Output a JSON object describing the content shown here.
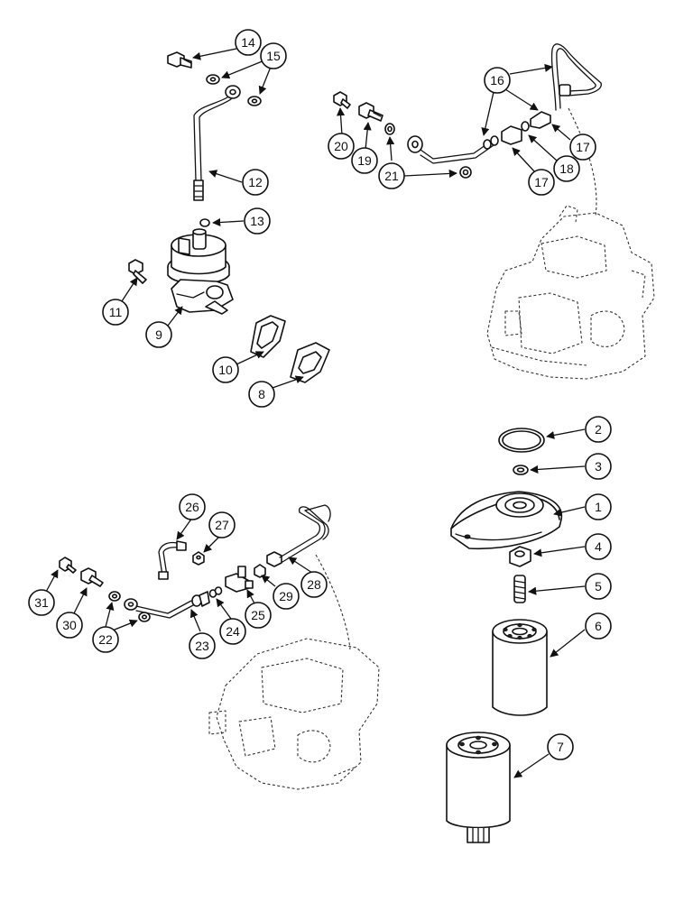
{
  "diagram": {
    "callouts": [
      {
        "id": "c1",
        "label": "1"
      },
      {
        "id": "c2",
        "label": "2"
      },
      {
        "id": "c3",
        "label": "3"
      },
      {
        "id": "c4",
        "label": "4"
      },
      {
        "id": "c5",
        "label": "5"
      },
      {
        "id": "c6",
        "label": "6"
      },
      {
        "id": "c7",
        "label": "7"
      },
      {
        "id": "c8",
        "label": "8"
      },
      {
        "id": "c9",
        "label": "9"
      },
      {
        "id": "c10",
        "label": "10"
      },
      {
        "id": "c11",
        "label": "11"
      },
      {
        "id": "c12",
        "label": "12"
      },
      {
        "id": "c13",
        "label": "13"
      },
      {
        "id": "c14",
        "label": "14"
      },
      {
        "id": "c15",
        "label": "15"
      },
      {
        "id": "c16",
        "label": "16"
      },
      {
        "id": "c17a",
        "label": "17"
      },
      {
        "id": "c17b",
        "label": "17"
      },
      {
        "id": "c18",
        "label": "18"
      },
      {
        "id": "c19",
        "label": "19"
      },
      {
        "id": "c20",
        "label": "20"
      },
      {
        "id": "c21",
        "label": "21"
      },
      {
        "id": "c22",
        "label": "22"
      },
      {
        "id": "c23",
        "label": "23"
      },
      {
        "id": "c24",
        "label": "24"
      },
      {
        "id": "c25",
        "label": "25"
      },
      {
        "id": "c26",
        "label": "26"
      },
      {
        "id": "c27",
        "label": "27"
      },
      {
        "id": "c28",
        "label": "28"
      },
      {
        "id": "c29",
        "label": "29"
      },
      {
        "id": "c30",
        "label": "30"
      },
      {
        "id": "c31",
        "label": "31"
      }
    ]
  }
}
